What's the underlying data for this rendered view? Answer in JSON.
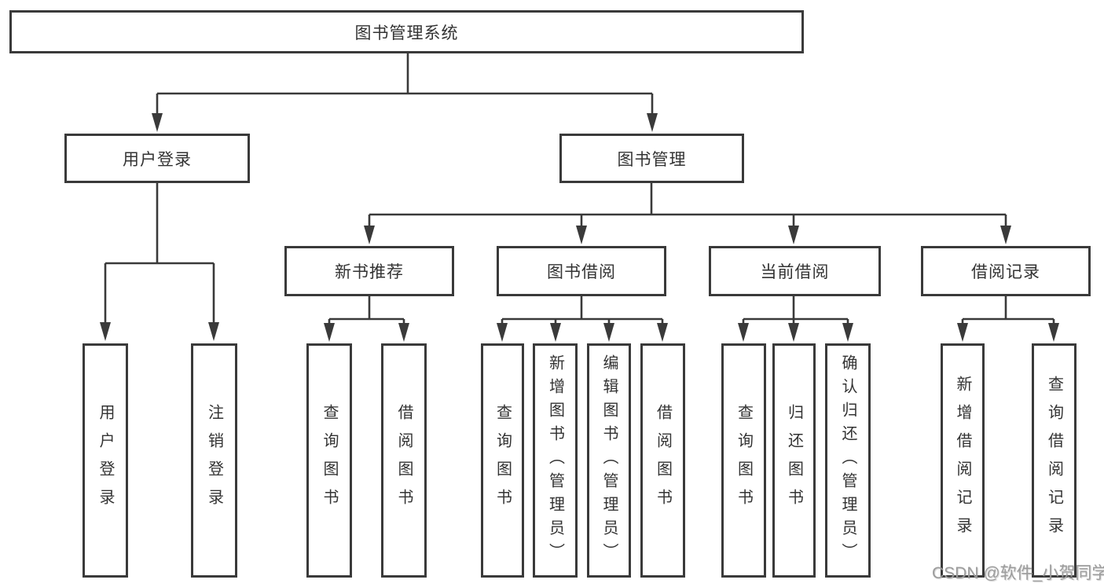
{
  "tree": {
    "root": "图书管理系统",
    "branches": [
      {
        "label": "用户登录",
        "children": [
          "用户登录",
          "注销登录"
        ]
      },
      {
        "label": "图书管理",
        "sections": [
          {
            "label": "新书推荐",
            "children": [
              "查询图书",
              "借阅图书"
            ]
          },
          {
            "label": "图书借阅",
            "children": [
              "查询图书",
              "新增图书（管理员）",
              "编辑图书（管理员）",
              "借阅图书"
            ]
          },
          {
            "label": "当前借阅",
            "children": [
              "查询图书",
              "归还图书",
              "确认归还（管理员）"
            ]
          },
          {
            "label": "借阅记录",
            "children": [
              "新增借阅记录",
              "查询借阅记录"
            ]
          }
        ]
      }
    ]
  },
  "watermark": "CSDN @软件_小贺同学",
  "colors": {
    "line": "#3a3a3a",
    "text": "#333333",
    "watermark": "#9c9c9c",
    "background": "#ffffff"
  }
}
